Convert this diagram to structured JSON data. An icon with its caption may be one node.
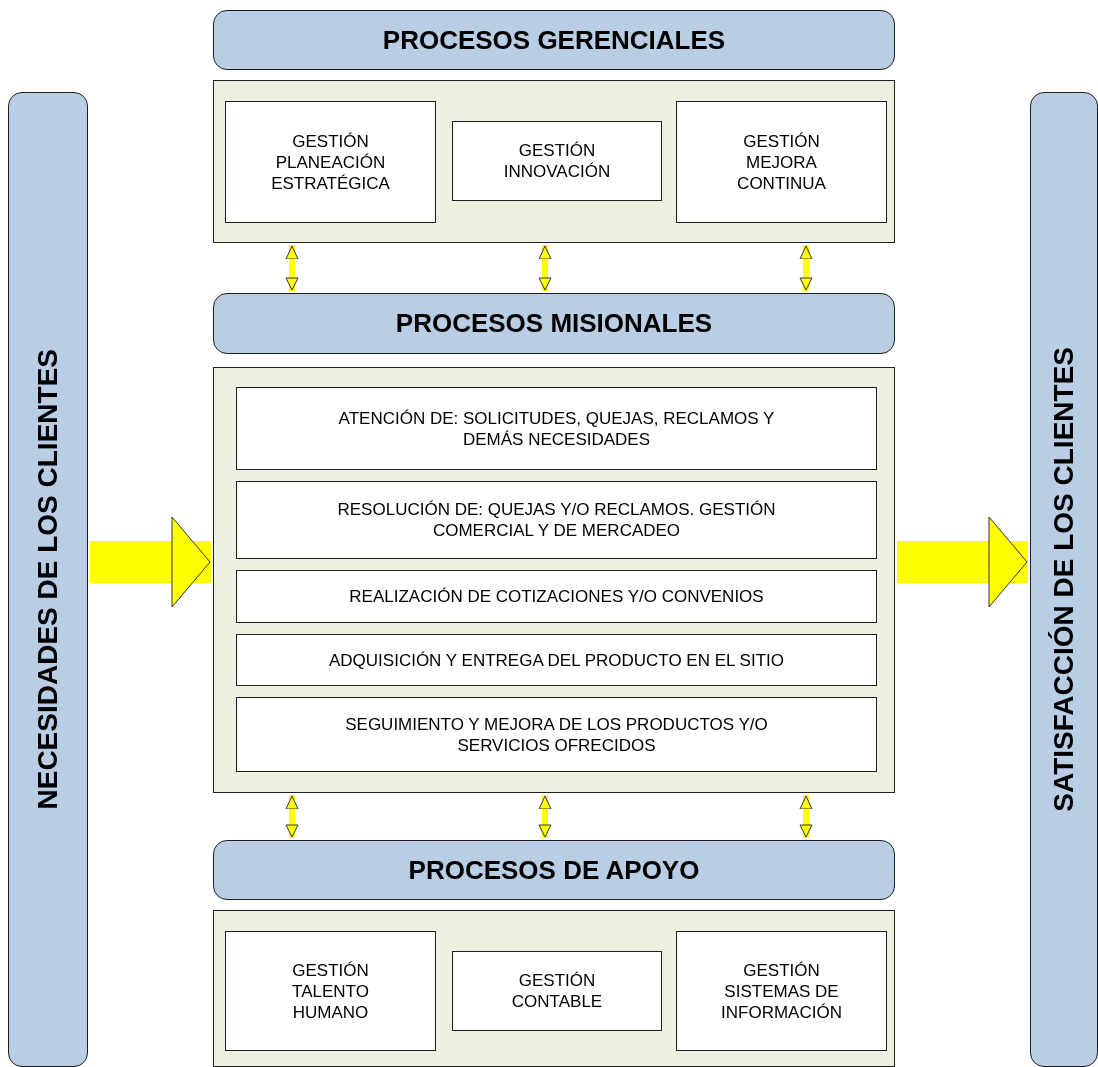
{
  "diagram": {
    "nodes": [
      {
        "text": [
          "NECESIDADES DE LOS CLIENTES"
        ]
      },
      {
        "text": [
          "PROCESOS GERENCIALES"
        ]
      },
      {
        "text": [],
        "shape": "box"
      },
      {
        "text": [
          "GESTIÓN PLANEACIÓN ESTRATÉGICA"
        ],
        "in": 2
      },
      {
        "text": [
          "GESTIÓN INNOVACIÓN"
        ],
        "in": 2
      },
      {
        "text": [
          "GESTIÓN MEJORA CONTINUA"
        ],
        "in": 2
      },
      {
        "text": [
          "PROCESOS MISIONALES"
        ]
      },
      {
        "text": [],
        "shape": "box"
      },
      {
        "text": [
          "ATENCIÓN DE: SOLICITUDES, QUEJAS, RECLAMOS Y DEMÁS NECESIDADES"
        ],
        "in": 7
      },
      {
        "text": [
          "RESOLUCIÓN DE: QUEJAS Y/O RECLAMOS. GESTIÓN COMERCIAL Y DE MERCADEO"
        ],
        "in": 7
      },
      {
        "text": [
          "REALIZACIÓN DE COTIZACIONES Y/O CONVENIOS"
        ],
        "in": 7
      },
      {
        "text": [
          "ADQUISICIÓN Y ENTREGA DEL PRODUCTO EN EL SITIO"
        ],
        "in": 7
      },
      {
        "text": [
          "SEGUIMIENTO Y MEJORA DE LOS PRODUCTOS Y/O SERVICIOS OFRECIDOS"
        ],
        "in": 7
      },
      {
        "text": [
          "PROCESOS DE APOYO"
        ]
      },
      {
        "text": [],
        "shape": "box"
      },
      {
        "text": [
          "GESTIÓN TALENTO HUMANO"
        ],
        "in": 14
      },
      {
        "text": [
          "GESTIÓN CONTABLE"
        ],
        "in": 14
      },
      {
        "text": [
          "GESTIÓN SISTEMAS DE INFORMACIÓN"
        ],
        "in": 14
      },
      {
        "text": [
          "SATISFACCIÓN DE LOS CLIENTES"
        ]
      }
    ],
    "edges": [
      {
        "from": 2,
        "to": 6,
        "arrow": "both"
      },
      {
        "from": 2,
        "to": 6,
        "arrow": "both"
      },
      {
        "from": 2,
        "to": 6,
        "arrow": "both"
      },
      {
        "from": 7,
        "to": 13,
        "arrow": "both"
      },
      {
        "from": 7,
        "to": 13,
        "arrow": "both"
      },
      {
        "from": 7,
        "to": 13,
        "arrow": "both"
      },
      {
        "from": 0,
        "to": 7,
        "arrow": "to",
        "style": "thick"
      },
      {
        "from": 7,
        "to": 18,
        "arrow": "to",
        "style": "thick"
      }
    ]
  }
}
